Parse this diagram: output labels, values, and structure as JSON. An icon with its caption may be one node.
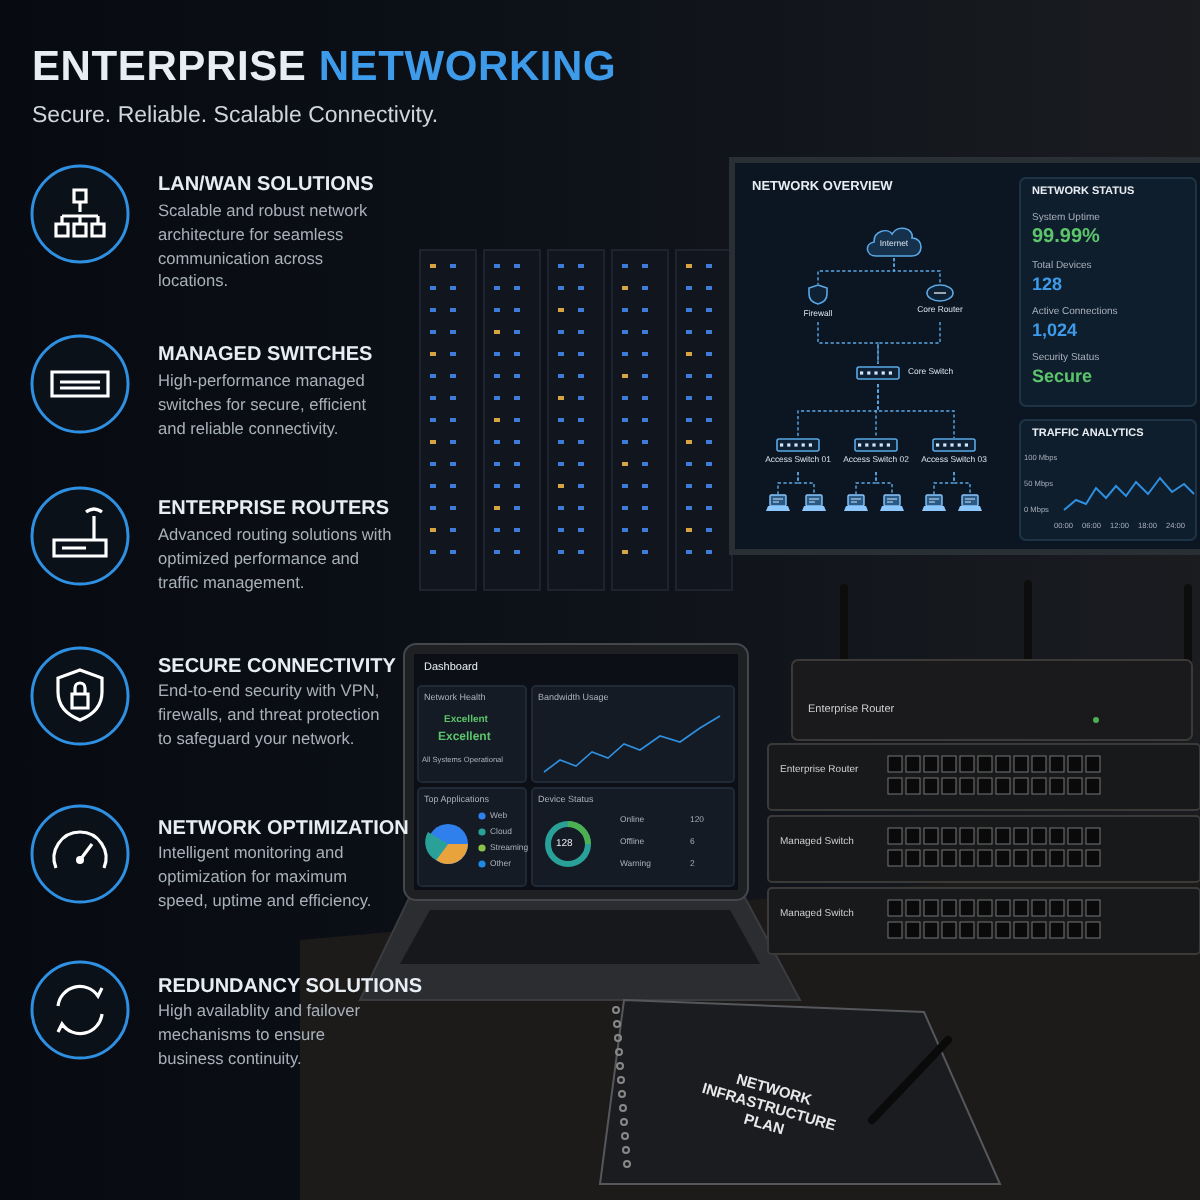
{
  "diagram": {
    "title": "ENTERPRISE NETWORKING",
    "nodes": [
      {
        "text": [
          "Internet"
        ]
      },
      {
        "text": [
          "Firewall"
        ]
      },
      {
        "text": [
          "Core Router"
        ]
      },
      {
        "text": [
          "Core Switch"
        ]
      },
      {
        "text": [
          "Access Switch 01"
        ]
      },
      {
        "text": [
          "Access Switch 02"
        ]
      },
      {
        "text": [
          "Access Switch 03"
        ]
      },
      {
        "text": [],
        "shape": "picture"
      },
      {
        "text": [],
        "shape": "picture"
      },
      {
        "text": [],
        "shape": "picture"
      },
      {
        "text": [],
        "shape": "picture"
      },
      {
        "text": [],
        "shape": "picture"
      },
      {
        "text": [],
        "shape": "picture"
      }
    ],
    "edges": [
      {
        "from": 0,
        "to": 1,
        "arrow": "none",
        "style": "dashed"
      },
      {
        "from": 0,
        "to": 2,
        "arrow": "none",
        "style": "dashed"
      },
      {
        "from": 1,
        "to": 3,
        "arrow": "none",
        "style": "dashed"
      },
      {
        "from": 2,
        "to": 3,
        "arrow": "none",
        "style": "dashed"
      },
      {
        "from": 3,
        "to": 4,
        "arrow": "none",
        "style": "dashed"
      },
      {
        "from": 3,
        "to": 5,
        "arrow": "none",
        "style": "dashed"
      },
      {
        "from": 3,
        "to": 6,
        "arrow": "none",
        "style": "dashed"
      },
      {
        "from": 4,
        "to": 7,
        "arrow": "none",
        "style": "dashed"
      },
      {
        "from": 4,
        "to": 8,
        "arrow": "none",
        "style": "dashed"
      },
      {
        "from": 5,
        "to": 9,
        "arrow": "none",
        "style": "dashed"
      },
      {
        "from": 5,
        "to": 10,
        "arrow": "none",
        "style": "dashed"
      },
      {
        "from": 6,
        "to": 11,
        "arrow": "none",
        "style": "dashed"
      },
      {
        "from": 6,
        "to": 12,
        "arrow": "none",
        "style": "dashed"
      }
    ],
    "labels": [
      "Secure. Reliable. Scalable Connectivity.",
      "LAN/WAN SOLUTIONS",
      "Scalable and robust network architecture for seamless communication across locations.",
      "MANAGED SWITCHES",
      "High-performance managed switches for secure, efficient and reliable connectivity.",
      "ENTERPRISE ROUTERS",
      "Advanced routing solutions with optimized performance and traffic management.",
      "SECURE CONNECTIVITY",
      "End-to-end security with VPN, firewalls, and threat protection to safeguard your network.",
      "NETWORK OPTIMIZATION",
      "Intelligent monitoring and optimization for maximum speed, uptime and efficiency.",
      "REDUNDANCY SOLUTIONS",
      "High availablity and failover mechanisms to ensure business continuity.",
      "NETWORK OVERVIEW",
      "NETWORK STATUS",
      "System Uptime",
      "99.99%",
      "Total Devices",
      "128",
      "Active Connections",
      "1,024",
      "Security Status",
      "Secure",
      "TRAFFIC ANALYTICS",
      "100 Mbps",
      "50 Mbps",
      "0 Mbps",
      "00:00",
      "06:00",
      "12:00",
      "18:00",
      "24:00",
      "Dashboard",
      "Network Health",
      "Excellent",
      "Excellent",
      "All Systems Operational",
      "Bandwidth Usage",
      "Top Applications",
      "Device Status",
      "128",
      "Online",
      "120",
      "Offline",
      "6",
      "Warning",
      "2",
      "Enterprise Router",
      "Enterprise Router",
      "Managed Switch",
      "Managed Switch",
      "NETWORK INFRASTRUCTURE PLAN"
    ],
    "legend": [
      {
        "text": "Web",
        "color": "#2f80ed"
      },
      {
        "text": "Cloud",
        "color": "#2aa198"
      },
      {
        "text": "Streaming",
        "color": "#8bc34a"
      },
      {
        "text": "Other",
        "color": "#1e88e5"
      }
    ]
  }
}
